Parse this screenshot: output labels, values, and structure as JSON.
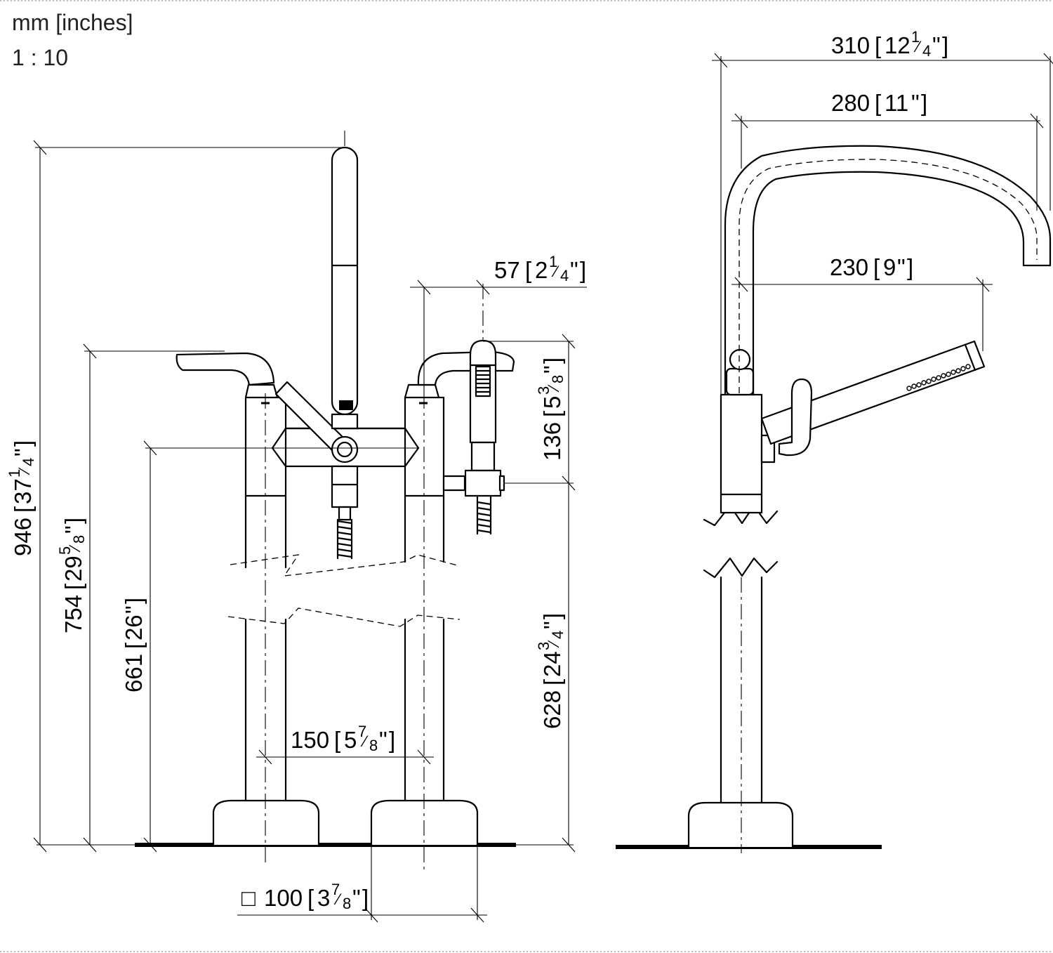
{
  "header": {
    "units": "mm [inches]",
    "scale": "1 : 10"
  },
  "dimensions": {
    "overall_height": {
      "mm": "946",
      "in_whole": "37",
      "in_num": "1",
      "in_den": "4"
    },
    "lever_height": {
      "mm": "754",
      "in_whole": "29",
      "in_num": "5",
      "in_den": "8"
    },
    "spout_height": {
      "mm": "661",
      "in_whole": "26",
      "in_num": "",
      "in_den": ""
    },
    "holder_height": {
      "mm": "628",
      "in_whole": "24",
      "in_num": "3",
      "in_den": "4"
    },
    "handshower_height": {
      "mm": "136",
      "in_whole": "5",
      "in_num": "3",
      "in_den": "8"
    },
    "holder_offset": {
      "mm": "57",
      "in_whole": "2",
      "in_num": "1",
      "in_den": "4"
    },
    "leg_spacing": {
      "mm": "150",
      "in_whole": "5",
      "in_num": "7",
      "in_den": "8"
    },
    "base_size": {
      "symbol": "□",
      "mm": "100",
      "in_whole": "3",
      "in_num": "7",
      "in_den": "8"
    },
    "spout_total": {
      "mm": "310",
      "in_whole": "12",
      "in_num": "1",
      "in_den": "4"
    },
    "spout_reach": {
      "mm": "280",
      "in_whole": "11",
      "in_num": "",
      "in_den": ""
    },
    "shower_reach": {
      "mm": "230",
      "in_whole": "9",
      "in_num": "",
      "in_den": ""
    }
  },
  "inch_mark": "\""
}
